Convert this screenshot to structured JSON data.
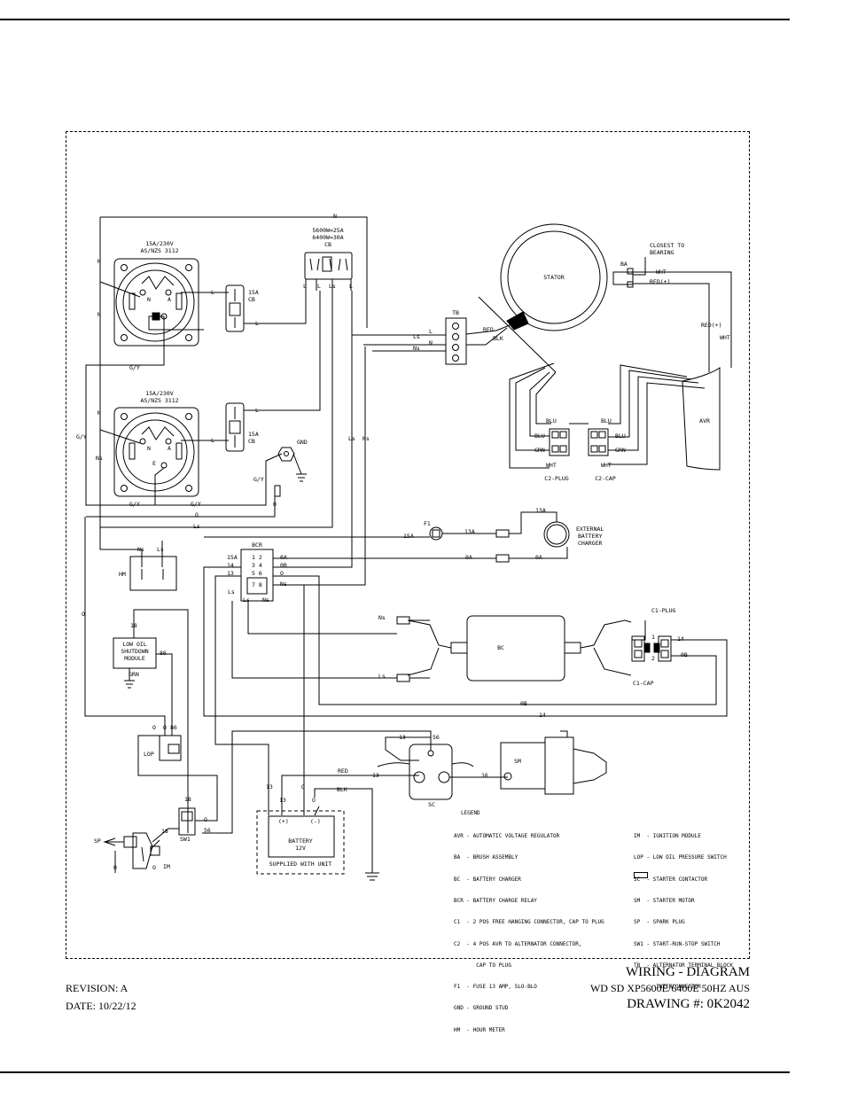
{
  "title_block": {
    "title": "WIRING - DIAGRAM",
    "revision": "REVISION: A",
    "model": "WD SD XP5600E/6400E 50HZ AUS",
    "date": "DATE: 10/22/12",
    "drawing": "DRAWING #: 0K2042"
  },
  "receptacles": {
    "top_rating": "15A/230V",
    "top_std": "AS/NZS 3112",
    "bottom_rating": "15A/230V",
    "bottom_std": "AS/NZS 3112",
    "pin_n": "N",
    "pin_a": "A",
    "pin_e": "E"
  },
  "cb": {
    "rating_1": "5600W=25A",
    "rating_2": "6400W=30A",
    "name": "CB",
    "small_a": "15A",
    "small_cb": "CB"
  },
  "components": {
    "stator": "STATOR",
    "tb": "TB",
    "ba": "BA",
    "closest_1": "CLOSEST TO",
    "closest_2": "BEARING",
    "avr": "AVR",
    "c2_plug": "C2-PLUG",
    "c2_cap": "C2-CAP",
    "gnd": "GND",
    "f1": "F1",
    "ext_1": "EXTERNAL",
    "ext_2": "BATTERY",
    "ext_3": "CHARGER",
    "bcr": "BCR",
    "hm": "HM",
    "bc": "BC",
    "c1_plug": "C1-PLUG",
    "c1_cap": "C1-CAP",
    "low_oil_1": "LOW OIL",
    "low_oil_2": "SHUTDOWN",
    "low_oil_3": "MODULE",
    "lop": "LOP",
    "sw1": "SW1",
    "sp": "SP",
    "im": "IM",
    "sc": "SC",
    "sm": "SM",
    "battery_1": "BATTERY",
    "battery_2": "12V",
    "battery_pos": "(+)",
    "battery_neg": "(-)",
    "supplied": "SUPPLIED WITH UNIT"
  },
  "wires": {
    "n": "N",
    "l": "L",
    "ls": "Ls",
    "ns": "Ns",
    "gy": "G/Y",
    "o": "O",
    "red": "RED",
    "blk": "BLK",
    "wht": "WHT",
    "blu": "BLU",
    "grn": "GRN",
    "red_plus": "RED(+)",
    "w15a": "15A",
    "w13a": "13A",
    "w0a": "0A",
    "w0b": "0B",
    "w14": "14",
    "w13": "13",
    "w16": "16",
    "w18": "18",
    "w56": "56",
    "w86": "86",
    "w1": "1",
    "w2": "2"
  },
  "bcr_rows": [
    "1 2",
    "3 4",
    "5 6",
    "7 8"
  ],
  "legend_title": "LEGEND",
  "legend_left": [
    "AVR - AUTOMATIC VOLTAGE REGULATOR",
    "BA  - BRUSH ASSEMBLY",
    "BC  - BATTERY CHARGER",
    "BCR - BATTERY CHARGE RELAY",
    "C1  - 2 POS FREE HANGING CONNECTOR, CAP TO PLUG",
    "C2  - 4 POS AVR TO ALTERNATOR CONNECTOR,",
    "       CAP TO PLUG",
    "F1  - FUSE 13 AMP, SLO-BLO",
    "GND - GROUND STUD",
    "HM  - HOUR METER"
  ],
  "legend_right": [
    "IM  - IGNITION MODULE",
    "LOP - LOW OIL PRESSURE SWITCH",
    "SC  - STARTER CONTACTOR",
    "SM  - STARTER MOTOR",
    "SP  - SPARK PLUG",
    "SW1 - START-RUN-STOP SWITCH",
    "TB  - ALTERNATOR TERMINAL BLOCK",
    "     - INTERCONNECTOR"
  ]
}
